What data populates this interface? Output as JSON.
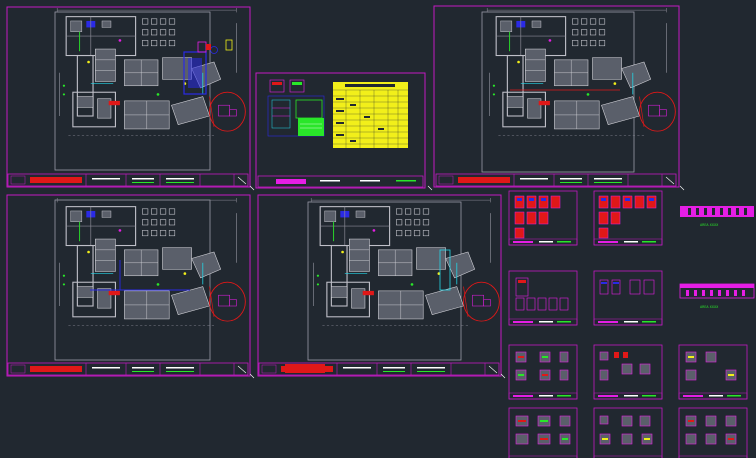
{
  "viewer": {
    "background": "#212830"
  },
  "colors": {
    "frame": "#c21ac2",
    "wall": "#bfbfc8",
    "red": "#e01818",
    "blue": "#2a2ae6",
    "green": "#29e629",
    "cyan": "#23d6e6",
    "yellow": "#f2ef1a",
    "magenta": "#e51ee5"
  },
  "sheets": [
    {
      "id": "sheet-1",
      "kind": "floor-plan"
    },
    {
      "id": "sheet-2",
      "kind": "legend-table"
    },
    {
      "id": "sheet-3",
      "kind": "floor-plan"
    },
    {
      "id": "sheet-4",
      "kind": "floor-plan"
    },
    {
      "id": "sheet-5",
      "kind": "floor-plan"
    },
    {
      "id": "detail-1",
      "kind": "detail"
    },
    {
      "id": "detail-2",
      "kind": "detail"
    },
    {
      "id": "detail-3",
      "kind": "detail"
    },
    {
      "id": "detail-4",
      "kind": "detail"
    },
    {
      "id": "detail-5",
      "kind": "detail"
    },
    {
      "id": "detail-6",
      "kind": "detail"
    },
    {
      "id": "detail-7",
      "kind": "detail"
    },
    {
      "id": "detail-8",
      "kind": "detail"
    },
    {
      "id": "detail-9",
      "kind": "detail"
    },
    {
      "id": "detail-10",
      "kind": "detail"
    },
    {
      "id": "detail-11",
      "kind": "detail"
    }
  ],
  "elevations": [
    {
      "id": "elevation-1",
      "label": "AREA XXXX"
    },
    {
      "id": "elevation-2",
      "label": "AREA XXXX"
    }
  ]
}
